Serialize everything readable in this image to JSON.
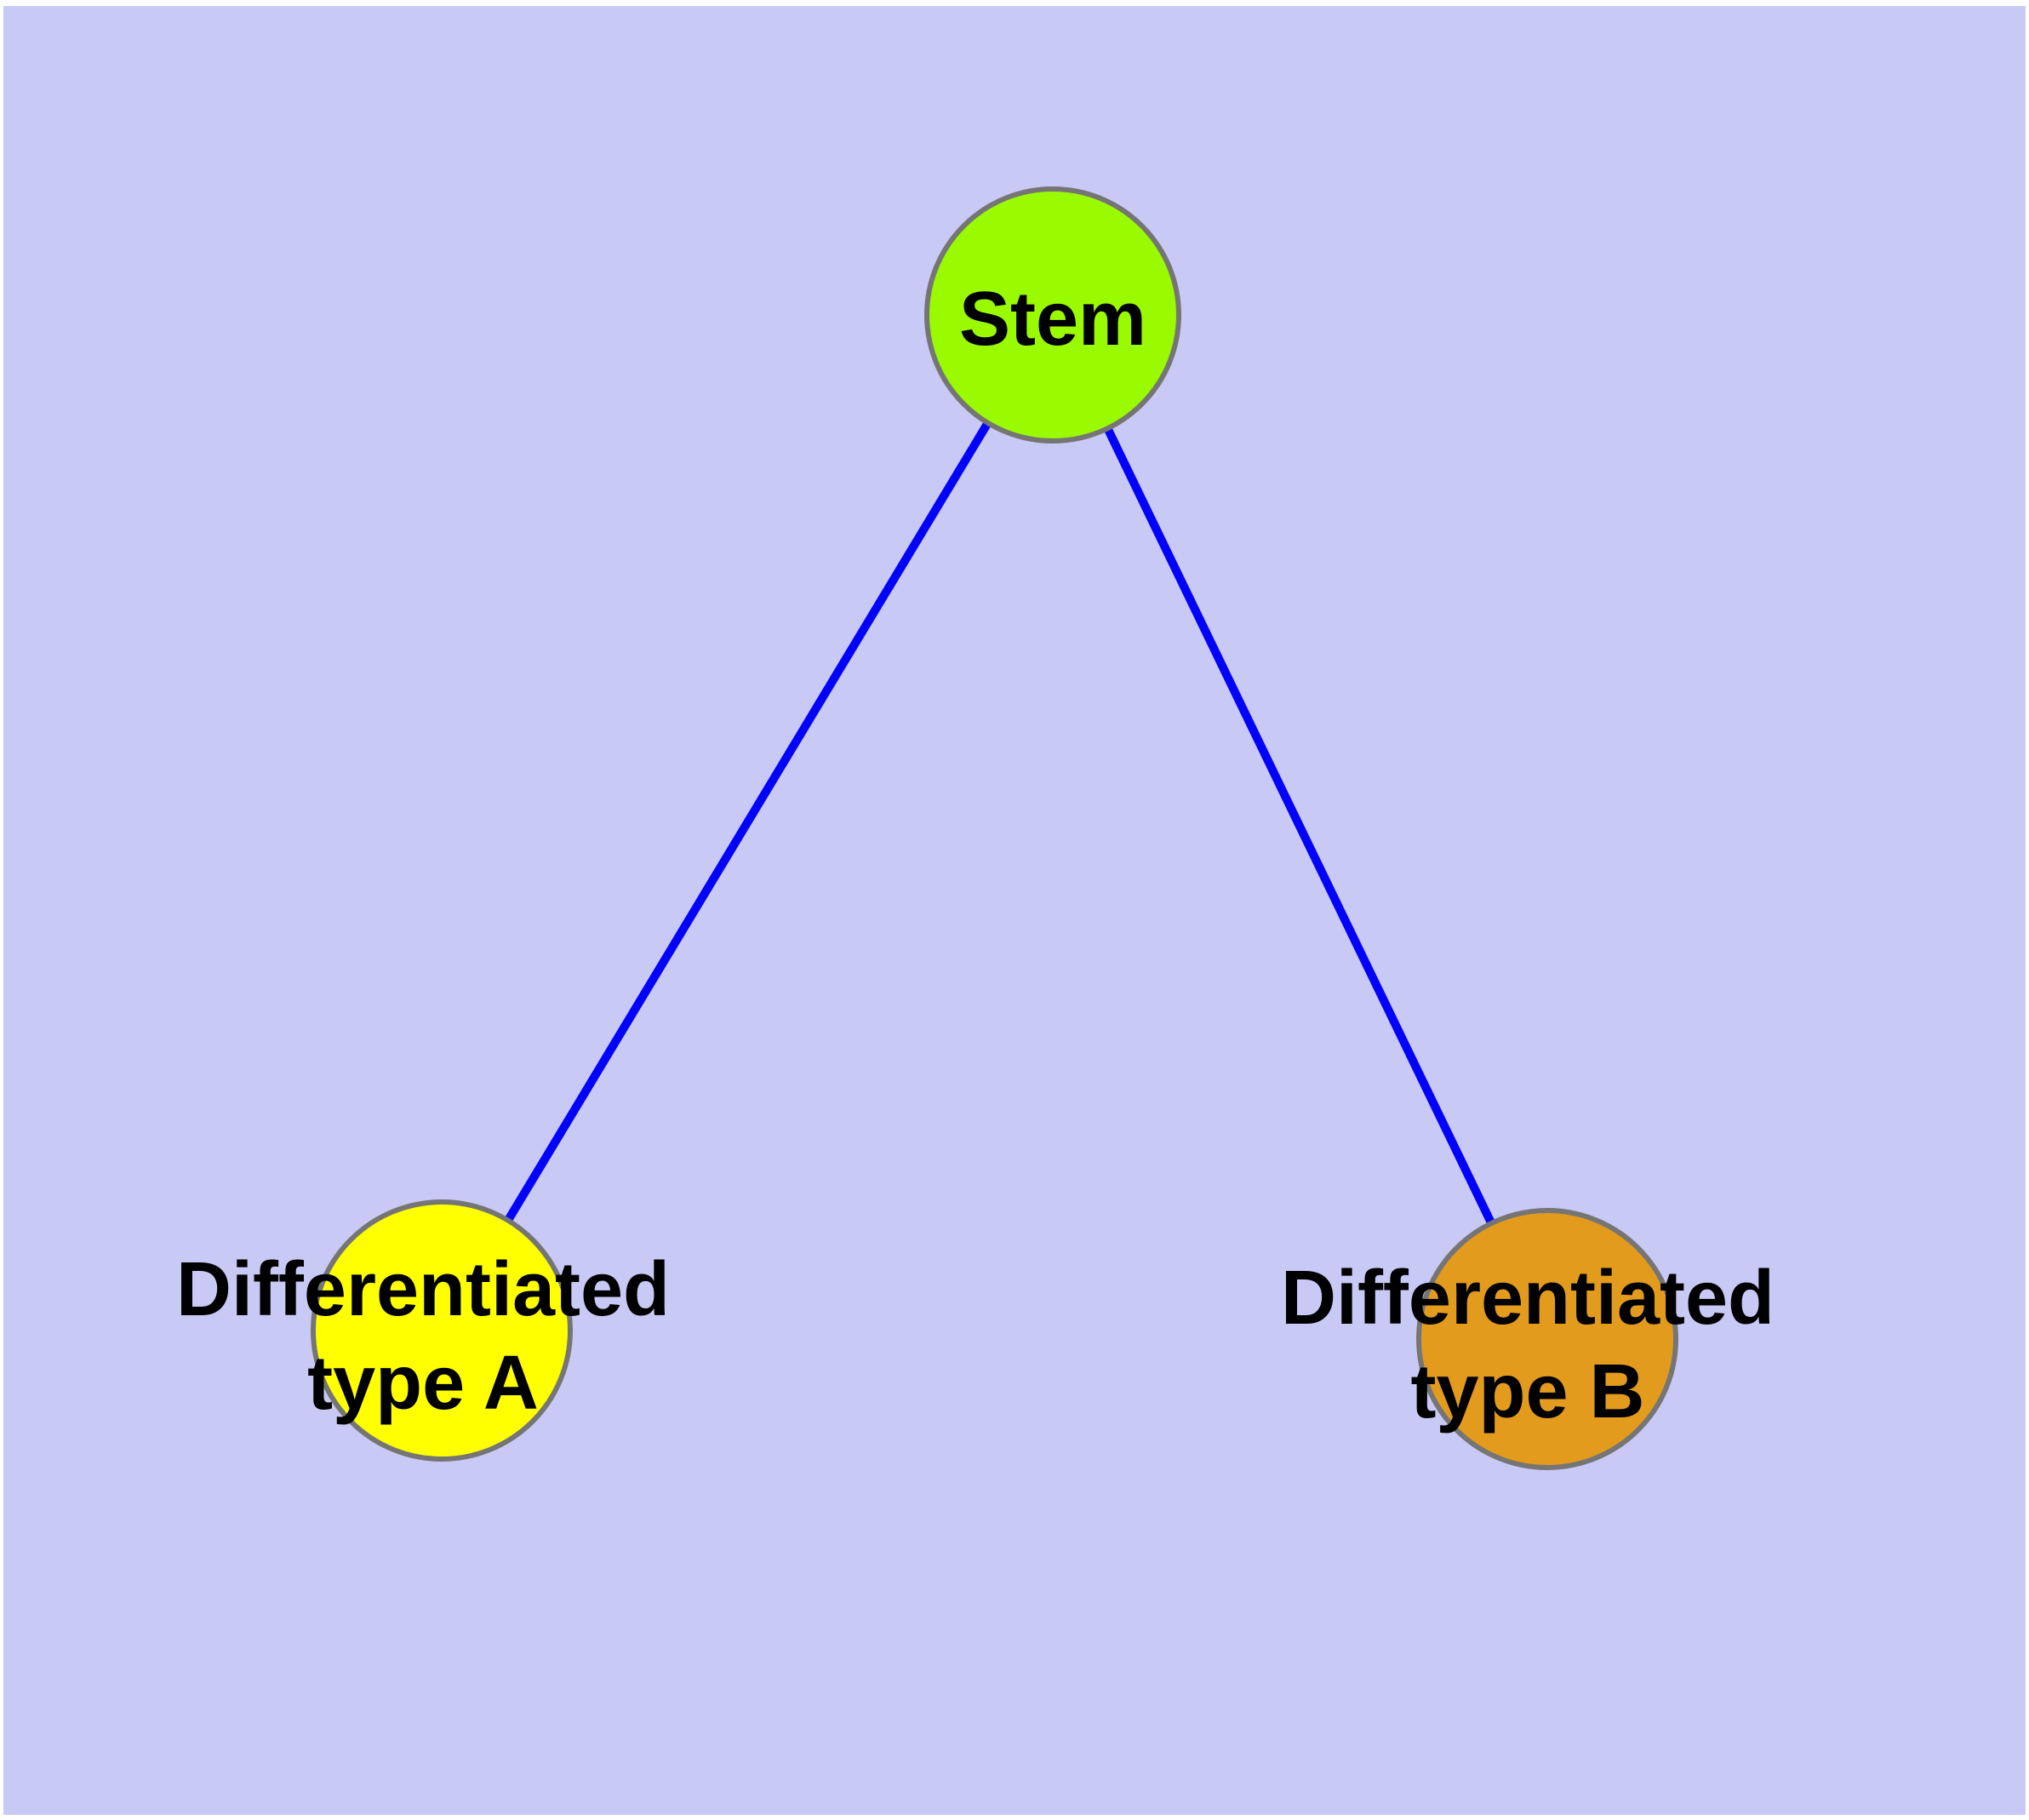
{
  "diagram": {
    "background_color": "#c9c9f6",
    "margin_color": "#ffffff",
    "edge_color": "#0202fb",
    "node_outline_color": "#757575",
    "label_color": "#000000",
    "nodes": {
      "stem": {
        "label": "Stem",
        "fill": "#9afa00"
      },
      "type_a": {
        "label_line1": "Differentiated",
        "label_line2": "type A",
        "fill": "#ffff00"
      },
      "type_b": {
        "label_line1": "Differentiated",
        "label_line2": "type B",
        "fill": "#e39b1e"
      }
    },
    "edges": [
      {
        "from": "stem",
        "to": "type_a"
      },
      {
        "from": "stem",
        "to": "type_b"
      }
    ]
  }
}
